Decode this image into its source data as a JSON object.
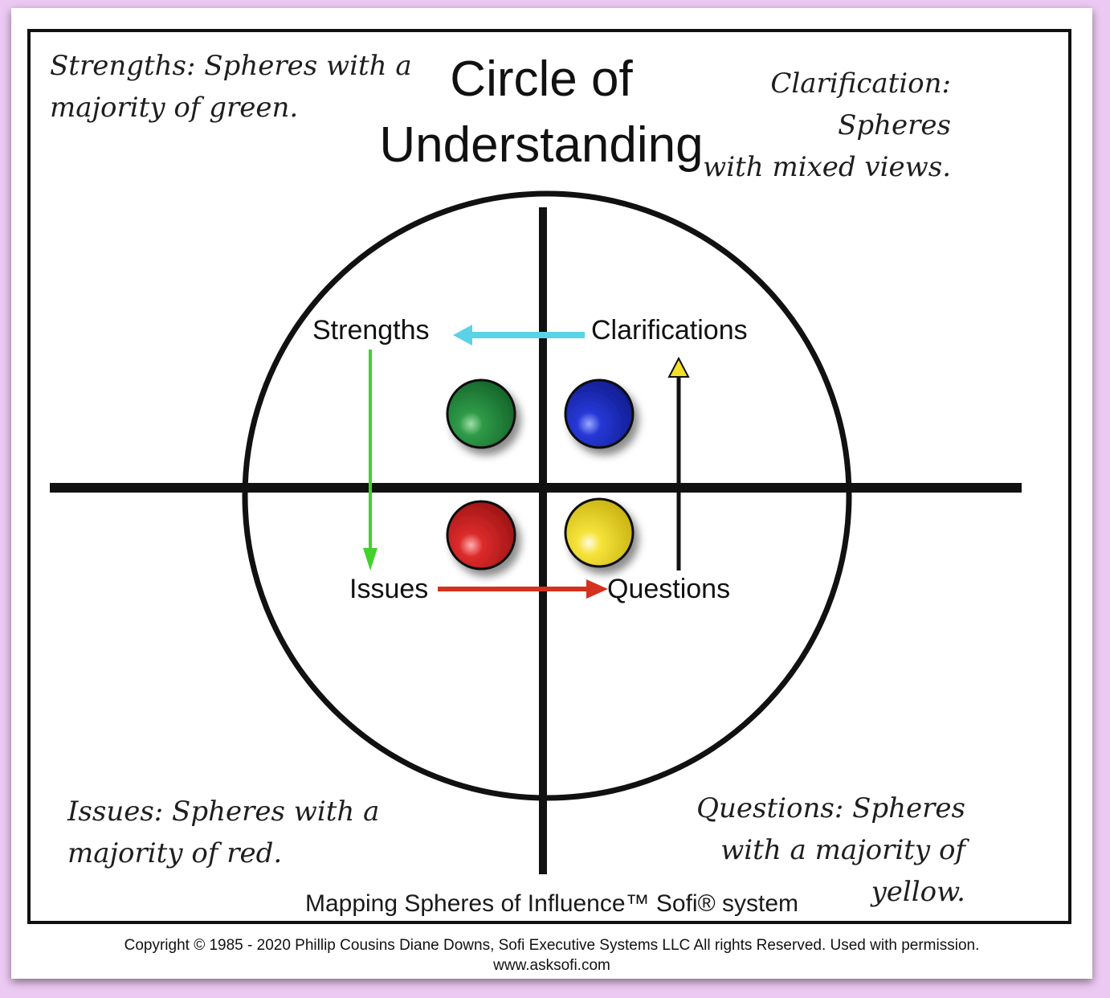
{
  "title": {
    "line1": "Circle of",
    "line2": "Understanding"
  },
  "notes": {
    "strengths": [
      "Strengths: Spheres with a",
      "majority of green."
    ],
    "clarification": [
      "Clarification: Spheres",
      "with mixed views."
    ],
    "issues": [
      "Issues: Spheres with a",
      "majority of red."
    ],
    "questions": [
      "Questions:  Spheres",
      "with a majority of yellow."
    ]
  },
  "quadrant_labels": {
    "strengths": "Strengths",
    "clarifications": "Clarifications",
    "issues": "Issues",
    "questions": "Questions"
  },
  "spheres": [
    {
      "id": "green",
      "color": "#1e8a3a"
    },
    {
      "id": "blue",
      "color": "#1a2fc8"
    },
    {
      "id": "red",
      "color": "#d42222"
    },
    {
      "id": "yellow",
      "color": "#f3e02a"
    }
  ],
  "arrows": {
    "clarifications_to_strengths": "#5ad3e8",
    "strengths_to_issues": "#44d12e",
    "issues_to_questions": "#d4311e",
    "questions_to_clarifications": "#f3e02a"
  },
  "footer": "Mapping Spheres of Influence™ Sofi® system",
  "copyright": {
    "line1": "Copyright © 1985 - 2020 Phillip Cousins Diane Downs, Sofi Executive Systems LLC All rights Reserved. Used with permission.",
    "line2": "www.asksofi.com"
  }
}
